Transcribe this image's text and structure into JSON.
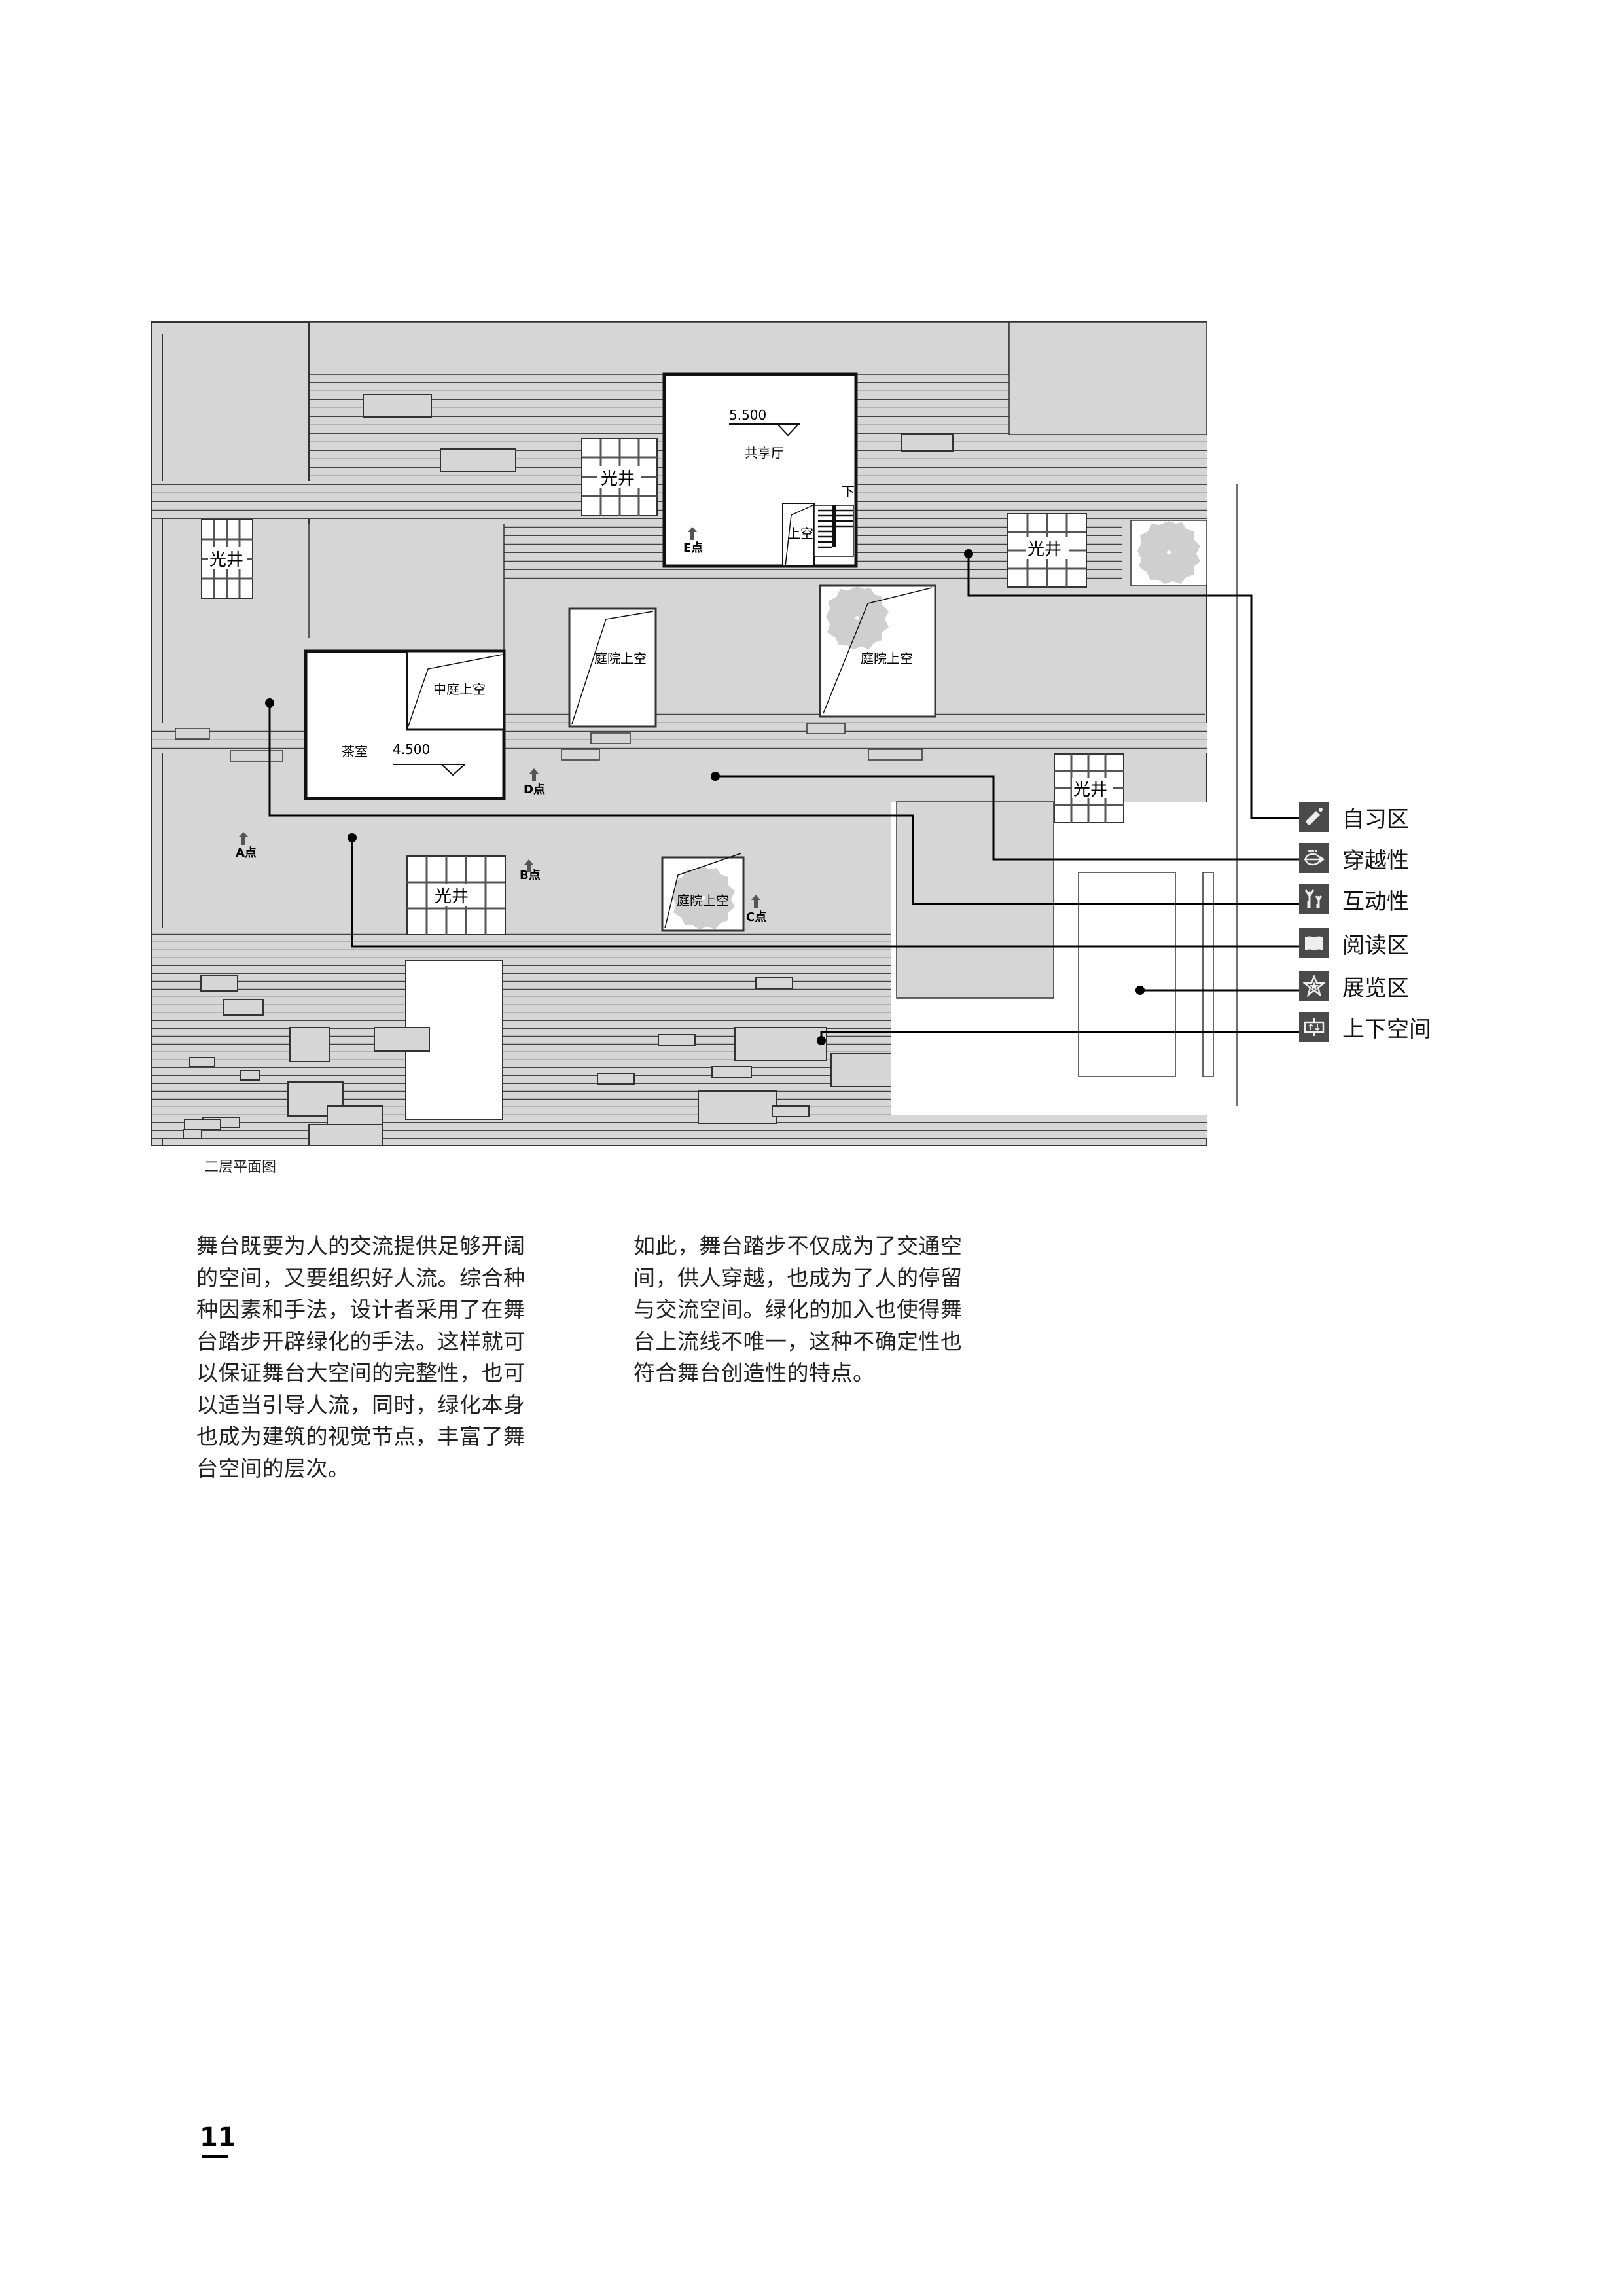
{
  "plan": {
    "caption": "二层平面图",
    "rooms": {
      "shared_hall": {
        "name": "共享厅",
        "elevation": "5.500",
        "void_label": "上空",
        "stair_label": "下"
      },
      "tea_room": {
        "name": "茶室",
        "elevation": "4.500",
        "courtyard_label": "中庭上空"
      }
    },
    "lightwell_label": "光井",
    "courtyard_void_label": "庭院上空",
    "viewpoints": [
      "A点",
      "B点",
      "C点",
      "D点",
      "E点"
    ]
  },
  "legend": {
    "items": [
      {
        "icon": "pen-icon",
        "label": "自习区"
      },
      {
        "icon": "pass-through-icon",
        "label": "穿越性"
      },
      {
        "icon": "people-interaction-icon",
        "label": "互动性"
      },
      {
        "icon": "open-book-icon",
        "label": "阅读区"
      },
      {
        "icon": "star-icon",
        "label": "展览区"
      },
      {
        "icon": "up-down-arrows-icon",
        "label": "上下空间"
      }
    ]
  },
  "body": {
    "column1": "舞台既要为人的交流提供足够开阔的空间，又要组织好人流。综合种种因素和手法，设计者采用了在舞台踏步开辟绿化的手法。这样就可以保证舞台大空间的完整性，也可以适当引导人流，同时，绿化本身也成为建筑的视觉节点，丰富了舞台空间的层次。",
    "column2": "如此，舞台踏步不仅成为了交通空间，供人穿越，也成为了人的停留与交流空间。绿化的加入也使得舞台上流线不唯一，这种不确定性也符合舞台创造性的特点。"
  },
  "footer": {
    "page_number": "11"
  },
  "colors": {
    "floor": "#d6d6d6",
    "line": "#333333",
    "void": "#ffffff",
    "icon_bg": "#4a4a4a",
    "tree": "#cfcfcf"
  }
}
